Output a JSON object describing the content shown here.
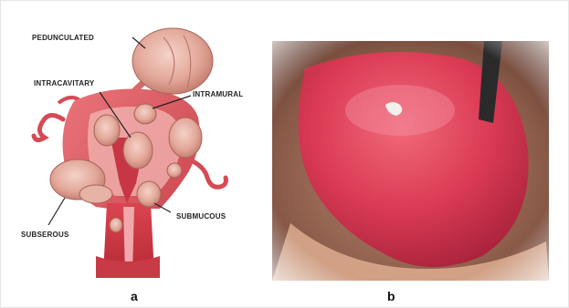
{
  "figure": {
    "panel_a": {
      "labels": {
        "pedunculated": "PEDUNCULATED",
        "intracavitary": "INTRACAVITARY",
        "intramural": "INTRAMURAL",
        "subserous": "SUBSEROUS",
        "submucous": "SUBMUCOUS"
      },
      "caption": "a"
    },
    "panel_b": {
      "caption": "b"
    }
  }
}
